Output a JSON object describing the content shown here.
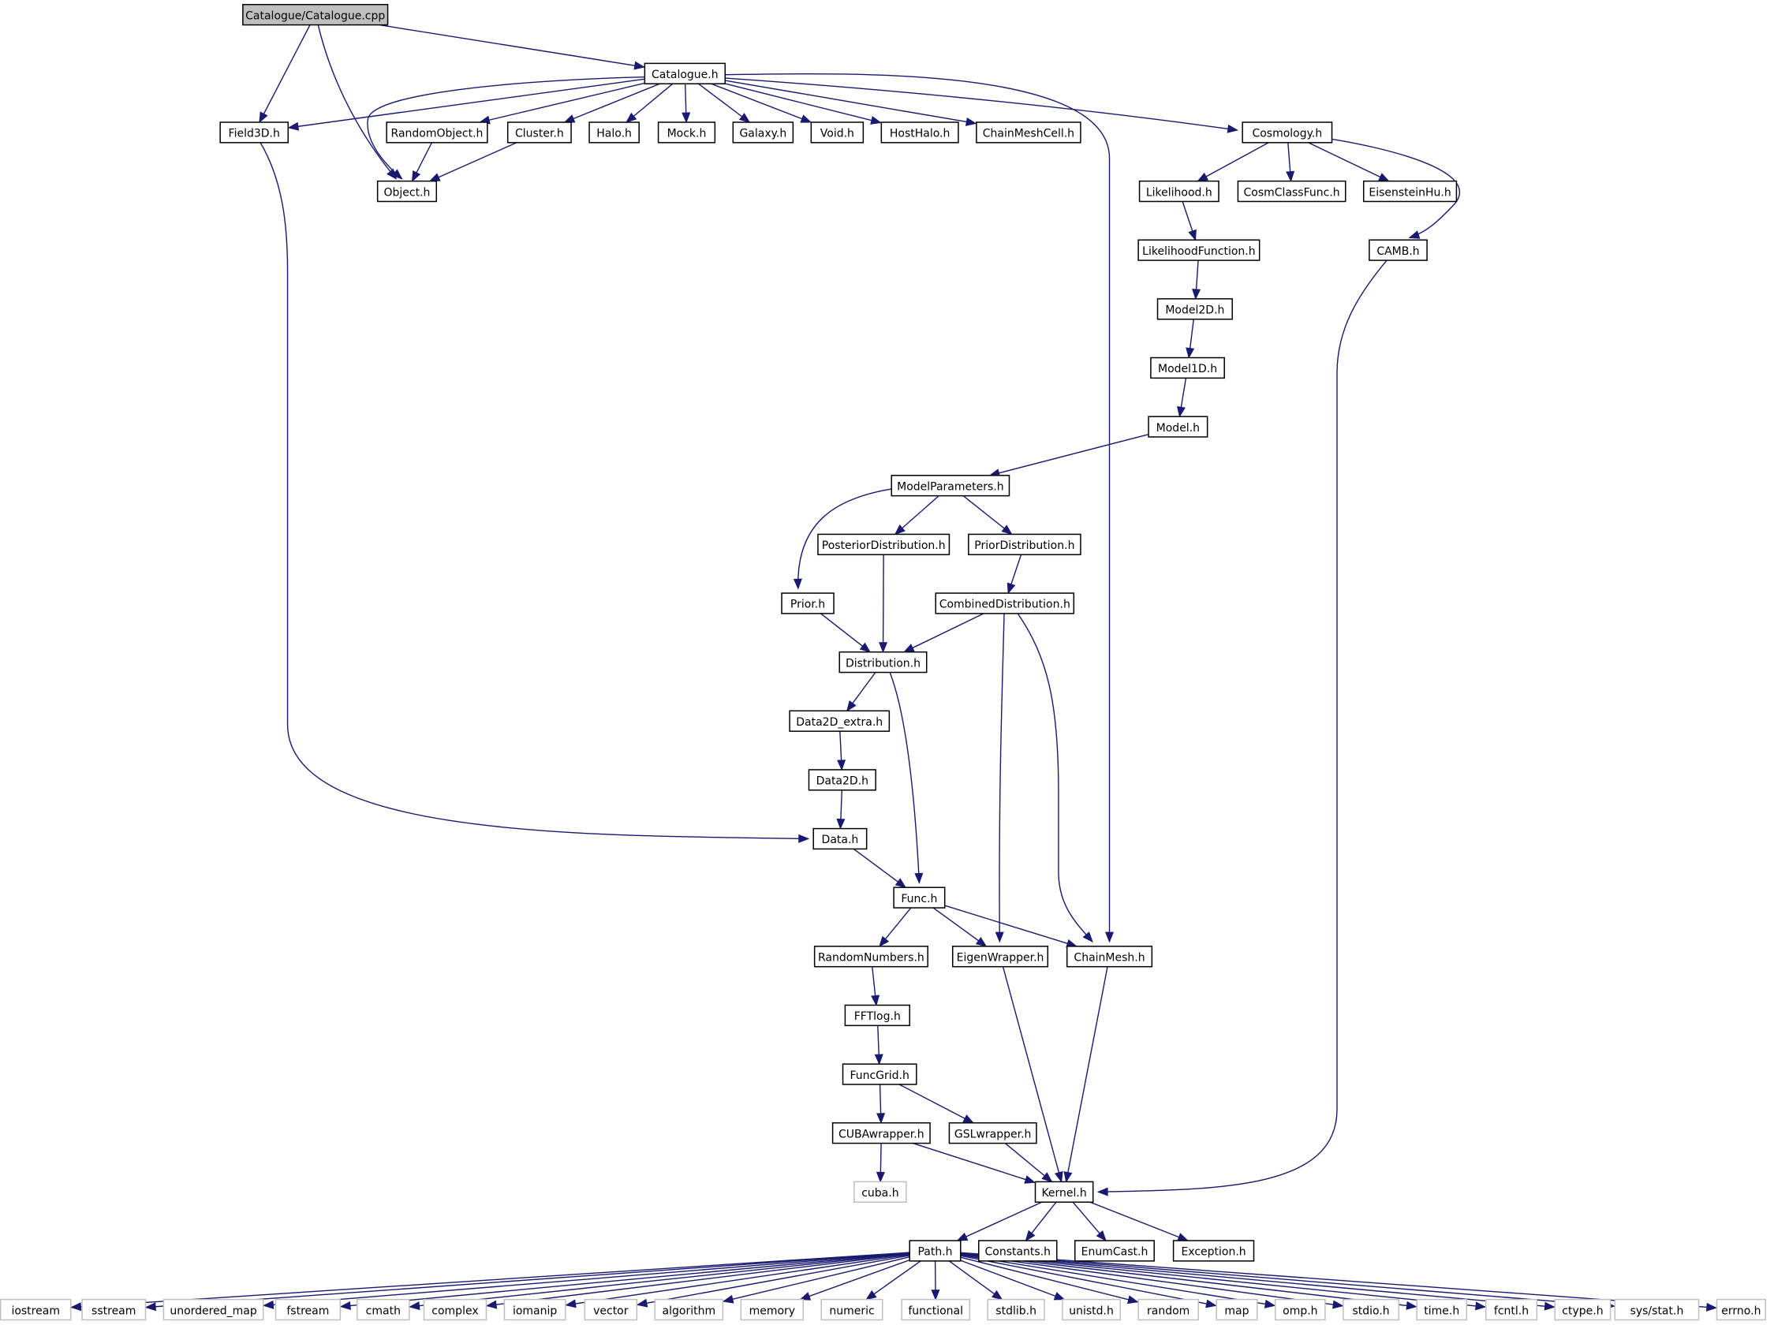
{
  "diagram": {
    "nodes": [
      {
        "id": "cpp",
        "label": "Catalogue/Catalogue.cpp"
      },
      {
        "id": "catalogue",
        "label": "Catalogue.h"
      },
      {
        "id": "field3d",
        "label": "Field3D.h"
      },
      {
        "id": "object",
        "label": "Object.h"
      },
      {
        "id": "randomobject",
        "label": "RandomObject.h"
      },
      {
        "id": "cluster",
        "label": "Cluster.h"
      },
      {
        "id": "halo",
        "label": "Halo.h"
      },
      {
        "id": "mock",
        "label": "Mock.h"
      },
      {
        "id": "galaxy",
        "label": "Galaxy.h"
      },
      {
        "id": "void",
        "label": "Void.h"
      },
      {
        "id": "hosthalo",
        "label": "HostHalo.h"
      },
      {
        "id": "chainmeshcell",
        "label": "ChainMeshCell.h"
      },
      {
        "id": "cosmology",
        "label": "Cosmology.h"
      },
      {
        "id": "likelihood",
        "label": "Likelihood.h"
      },
      {
        "id": "cosmclassfunc",
        "label": "CosmClassFunc.h"
      },
      {
        "id": "eisensteinhu",
        "label": "EisensteinHu.h"
      },
      {
        "id": "likelihoodfunction",
        "label": "LikelihoodFunction.h"
      },
      {
        "id": "camb",
        "label": "CAMB.h"
      },
      {
        "id": "model2d",
        "label": "Model2D.h"
      },
      {
        "id": "model1d",
        "label": "Model1D.h"
      },
      {
        "id": "model",
        "label": "Model.h"
      },
      {
        "id": "modelparameters",
        "label": "ModelParameters.h"
      },
      {
        "id": "posteriordistribution",
        "label": "PosteriorDistribution.h"
      },
      {
        "id": "priordistribution",
        "label": "PriorDistribution.h"
      },
      {
        "id": "prior",
        "label": "Prior.h"
      },
      {
        "id": "combineddistribution",
        "label": "CombinedDistribution.h"
      },
      {
        "id": "distribution",
        "label": "Distribution.h"
      },
      {
        "id": "data2dextra",
        "label": "Data2D_extra.h"
      },
      {
        "id": "data2d",
        "label": "Data2D.h"
      },
      {
        "id": "data",
        "label": "Data.h"
      },
      {
        "id": "func",
        "label": "Func.h"
      },
      {
        "id": "randomnumbers",
        "label": "RandomNumbers.h"
      },
      {
        "id": "eigenwrapper",
        "label": "EigenWrapper.h"
      },
      {
        "id": "chainmesh",
        "label": "ChainMesh.h"
      },
      {
        "id": "fftlog",
        "label": "FFTlog.h"
      },
      {
        "id": "funcgrid",
        "label": "FuncGrid.h"
      },
      {
        "id": "cubawrapper",
        "label": "CUBAwrapper.h"
      },
      {
        "id": "gslwrapper",
        "label": "GSLwrapper.h"
      },
      {
        "id": "cuba",
        "label": "cuba.h"
      },
      {
        "id": "kernel",
        "label": "Kernel.h"
      },
      {
        "id": "path",
        "label": "Path.h"
      },
      {
        "id": "constants",
        "label": "Constants.h"
      },
      {
        "id": "enumcast",
        "label": "EnumCast.h"
      },
      {
        "id": "exception",
        "label": "Exception.h"
      },
      {
        "id": "iostream",
        "label": "iostream"
      },
      {
        "id": "sstream",
        "label": "sstream"
      },
      {
        "id": "unordered_map",
        "label": "unordered_map"
      },
      {
        "id": "fstream",
        "label": "fstream"
      },
      {
        "id": "cmath",
        "label": "cmath"
      },
      {
        "id": "complex",
        "label": "complex"
      },
      {
        "id": "iomanip",
        "label": "iomanip"
      },
      {
        "id": "vector",
        "label": "vector"
      },
      {
        "id": "algorithm",
        "label": "algorithm"
      },
      {
        "id": "memory",
        "label": "memory"
      },
      {
        "id": "numeric",
        "label": "numeric"
      },
      {
        "id": "functional",
        "label": "functional"
      },
      {
        "id": "stdlib",
        "label": "stdlib.h"
      },
      {
        "id": "unistd",
        "label": "unistd.h"
      },
      {
        "id": "random",
        "label": "random"
      },
      {
        "id": "map",
        "label": "map"
      },
      {
        "id": "omp",
        "label": "omp.h"
      },
      {
        "id": "stdio",
        "label": "stdio.h"
      },
      {
        "id": "time",
        "label": "time.h"
      },
      {
        "id": "fcntl",
        "label": "fcntl.h"
      },
      {
        "id": "ctype",
        "label": "ctype.h"
      },
      {
        "id": "sysstat",
        "label": "sys/stat.h"
      },
      {
        "id": "errno",
        "label": "errno.h"
      }
    ],
    "edges": [
      [
        "cpp",
        "catalogue"
      ],
      [
        "cpp",
        "field3d"
      ],
      [
        "cpp",
        "object"
      ],
      [
        "catalogue",
        "field3d"
      ],
      [
        "catalogue",
        "object"
      ],
      [
        "catalogue",
        "randomobject"
      ],
      [
        "catalogue",
        "cluster"
      ],
      [
        "catalogue",
        "halo"
      ],
      [
        "catalogue",
        "mock"
      ],
      [
        "catalogue",
        "galaxy"
      ],
      [
        "catalogue",
        "void"
      ],
      [
        "catalogue",
        "hosthalo"
      ],
      [
        "catalogue",
        "chainmeshcell"
      ],
      [
        "catalogue",
        "cosmology"
      ],
      [
        "catalogue",
        "chainmesh"
      ],
      [
        "field3d",
        "data"
      ],
      [
        "randomobject",
        "object"
      ],
      [
        "cluster",
        "object"
      ],
      [
        "cosmology",
        "likelihood"
      ],
      [
        "cosmology",
        "cosmclassfunc"
      ],
      [
        "cosmology",
        "eisensteinhu"
      ],
      [
        "cosmology",
        "camb"
      ],
      [
        "likelihood",
        "likelihoodfunction"
      ],
      [
        "likelihoodfunction",
        "model2d"
      ],
      [
        "model2d",
        "model1d"
      ],
      [
        "model1d",
        "model"
      ],
      [
        "model",
        "modelparameters"
      ],
      [
        "modelparameters",
        "prior"
      ],
      [
        "modelparameters",
        "posteriordistribution"
      ],
      [
        "modelparameters",
        "priordistribution"
      ],
      [
        "priordistribution",
        "combineddistribution"
      ],
      [
        "posteriordistribution",
        "distribution"
      ],
      [
        "prior",
        "distribution"
      ],
      [
        "combineddistribution",
        "distribution"
      ],
      [
        "combineddistribution",
        "eigenwrapper"
      ],
      [
        "combineddistribution",
        "chainmesh"
      ],
      [
        "distribution",
        "data2dextra"
      ],
      [
        "distribution",
        "func"
      ],
      [
        "data2dextra",
        "data2d"
      ],
      [
        "data2d",
        "data"
      ],
      [
        "data",
        "func"
      ],
      [
        "func",
        "randomnumbers"
      ],
      [
        "func",
        "eigenwrapper"
      ],
      [
        "func",
        "chainmesh"
      ],
      [
        "randomnumbers",
        "fftlog"
      ],
      [
        "fftlog",
        "funcgrid"
      ],
      [
        "funcgrid",
        "cubawrapper"
      ],
      [
        "funcgrid",
        "gslwrapper"
      ],
      [
        "cubawrapper",
        "cuba"
      ],
      [
        "cubawrapper",
        "kernel"
      ],
      [
        "gslwrapper",
        "kernel"
      ],
      [
        "eigenwrapper",
        "kernel"
      ],
      [
        "chainmesh",
        "kernel"
      ],
      [
        "camb",
        "kernel"
      ],
      [
        "kernel",
        "path"
      ],
      [
        "kernel",
        "constants"
      ],
      [
        "kernel",
        "enumcast"
      ],
      [
        "kernel",
        "exception"
      ],
      [
        "path",
        "iostream"
      ],
      [
        "path",
        "sstream"
      ],
      [
        "path",
        "unordered_map"
      ],
      [
        "path",
        "fstream"
      ],
      [
        "path",
        "cmath"
      ],
      [
        "path",
        "complex"
      ],
      [
        "path",
        "iomanip"
      ],
      [
        "path",
        "vector"
      ],
      [
        "path",
        "algorithm"
      ],
      [
        "path",
        "memory"
      ],
      [
        "path",
        "numeric"
      ],
      [
        "path",
        "functional"
      ],
      [
        "path",
        "stdlib"
      ],
      [
        "path",
        "unistd"
      ],
      [
        "path",
        "random"
      ],
      [
        "path",
        "map"
      ],
      [
        "path",
        "omp"
      ],
      [
        "path",
        "stdio"
      ],
      [
        "path",
        "time"
      ],
      [
        "path",
        "fcntl"
      ],
      [
        "path",
        "ctype"
      ],
      [
        "path",
        "sysstat"
      ],
      [
        "path",
        "errno"
      ]
    ]
  }
}
